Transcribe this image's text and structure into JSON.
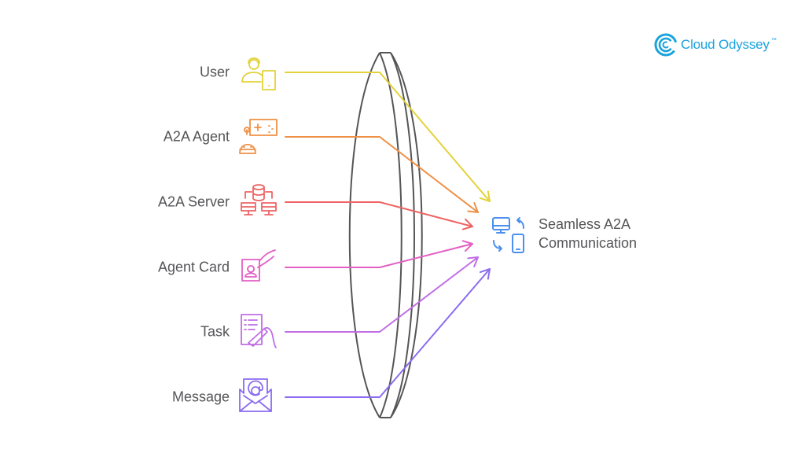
{
  "logo": {
    "name": "Cloud Odyssey",
    "trademark": "™",
    "color": "#1aa3dc"
  },
  "inputs": [
    {
      "label": "User",
      "icon": "user-phone-icon",
      "color": "#e3d23a"
    },
    {
      "label": "A2A Agent",
      "icon": "robot-agent-icon",
      "color": "#ef9046"
    },
    {
      "label": "A2A Server",
      "icon": "server-network-icon",
      "color": "#ee6464"
    },
    {
      "label": "Agent Card",
      "icon": "id-card-hand-icon",
      "color": "#e35fc5"
    },
    {
      "label": "Task",
      "icon": "task-list-pen-icon",
      "color": "#c06ee6"
    },
    {
      "label": "Message",
      "icon": "email-envelope-icon",
      "color": "#8b6cf0"
    }
  ],
  "lens": {
    "color": "#555555"
  },
  "target": {
    "line1": "Seamless A2A",
    "line2": "Communication",
    "icon": "device-sync-icon",
    "color": "#4b8ff0"
  }
}
